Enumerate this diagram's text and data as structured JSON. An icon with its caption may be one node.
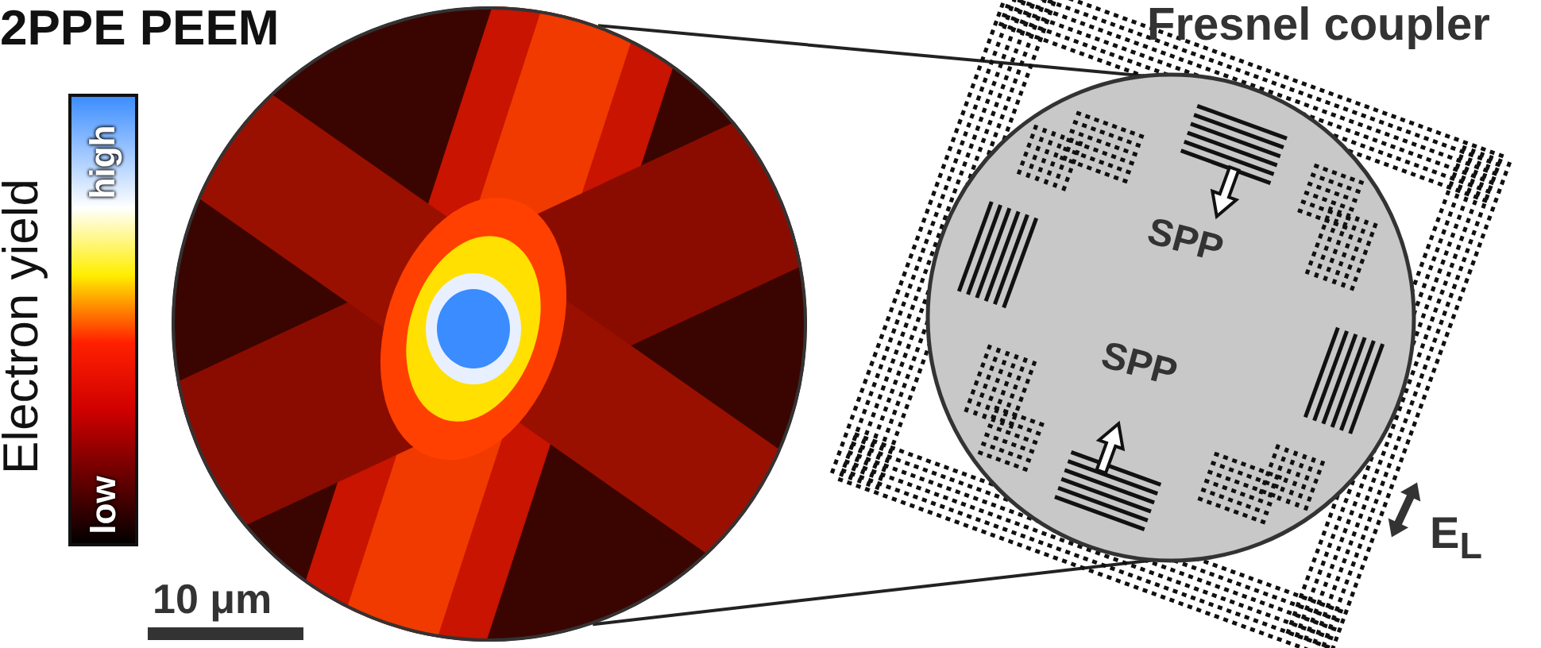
{
  "diagram": {
    "nodes": [
      {
        "text": [],
        "shape": "picture"
      },
      {
        "text": [],
        "shape": "circle"
      }
    ],
    "edges": [
      {
        "from": 0,
        "to": 1,
        "arrow": "none"
      },
      {
        "from": 0,
        "to": 1,
        "arrow": "none"
      }
    ],
    "labels": [
      "2PPE PEEM",
      "Fresnel coupler",
      "Electron yield",
      "high",
      "low",
      "10 μm",
      "SPP",
      "SPP",
      "E$_{L}$"
    ]
  }
}
